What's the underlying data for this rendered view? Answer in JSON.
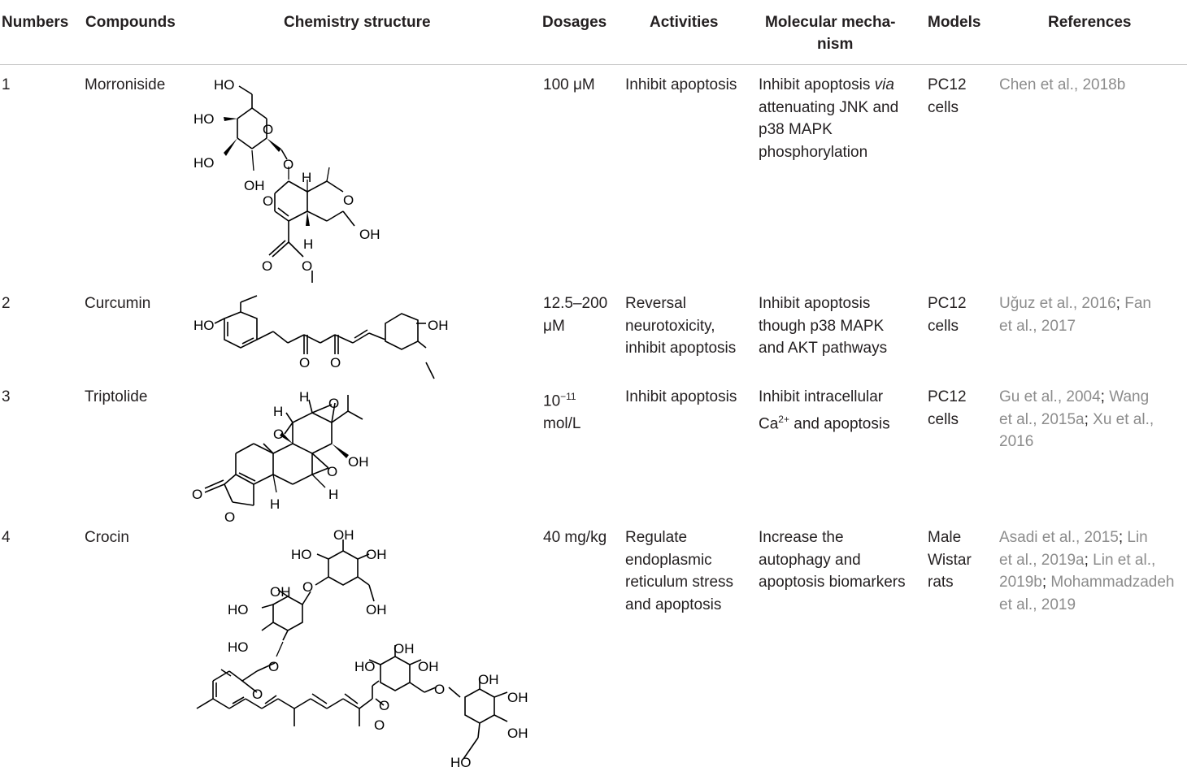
{
  "headers": {
    "numbers": "Numbers",
    "compounds": "Compounds",
    "structure": "Chemistry structure",
    "dosages": "Dosages",
    "activities": "Activities",
    "mechanism_l1": "Molecular mecha-",
    "mechanism_l2": "nism",
    "models": "Models",
    "references": "References"
  },
  "rows": [
    {
      "number": "1",
      "compound": "Morroniside",
      "dosage": [
        "100 μM"
      ],
      "activity": [
        "Inhibit apoptosis"
      ],
      "mechanism": [
        "Inhibit apoptosis ",
        "via",
        "attenuating JNK and",
        "p38 MAPK",
        "phosphorylation"
      ],
      "model": [
        "PC12",
        "cells"
      ],
      "references": [
        "Chen et al., 2018b"
      ]
    },
    {
      "number": "2",
      "compound": "Curcumin",
      "dosage": [
        "12.5–200",
        "μM"
      ],
      "activity": [
        "Reversal",
        "neurotoxicity,",
        "inhibit apoptosis"
      ],
      "mechanism": [
        "Inhibit apoptosis",
        "though p38 MAPK",
        "and AKT pathways"
      ],
      "model": [
        "PC12",
        "cells"
      ],
      "references": [
        "Uğuz et al., 2016",
        "; ",
        "Fan",
        "et al., 2017"
      ]
    },
    {
      "number": "3",
      "compound": "Triptolide",
      "dosage": [
        "10",
        "−11",
        "mol/L"
      ],
      "activity": [
        "Inhibit apoptosis"
      ],
      "mechanism": [
        "Inhibit intracellular",
        "Ca",
        "2+",
        " and apoptosis"
      ],
      "model": [
        "PC12",
        "cells"
      ],
      "references": [
        "Gu et al., 2004",
        "; ",
        "Wang",
        "et al., 2015a",
        "; ",
        "Xu et al.,",
        "2016"
      ]
    },
    {
      "number": "4",
      "compound": "Crocin",
      "dosage": [
        "40 mg/kg"
      ],
      "activity": [
        "Regulate",
        "endoplasmic",
        "reticulum stress",
        "and apoptosis"
      ],
      "mechanism": [
        "Increase the",
        "autophagy and",
        "apoptosis biomarkers"
      ],
      "model": [
        "Male",
        "Wistar",
        "rats"
      ],
      "references": [
        "Asadi et al., 2015",
        "; ",
        "Lin",
        "et al., 2019a",
        "; ",
        "Lin et al.,",
        "2019b",
        "; ",
        "Mohammadzadeh",
        "et al., 2019"
      ]
    }
  ],
  "structure_labels": {
    "morroniside": [
      "HO",
      "HO",
      "HO",
      "OH",
      "O",
      "O",
      "H",
      "H",
      "O",
      "O",
      "OH",
      "O",
      "O"
    ],
    "curcumin": [
      "HO",
      "OH",
      "O",
      "O"
    ],
    "triptolide": [
      "H",
      "H",
      "O",
      "O",
      "OH",
      "O",
      "H",
      "H",
      "O",
      "O"
    ],
    "crocin": [
      "OH",
      "HO",
      "OH",
      "OH",
      "O",
      "OH",
      "HO",
      "HO",
      "O",
      "O",
      "OH",
      "HO",
      "OH",
      "O",
      "OH",
      "OH",
      "O",
      "OH",
      "O",
      "HO"
    ]
  }
}
